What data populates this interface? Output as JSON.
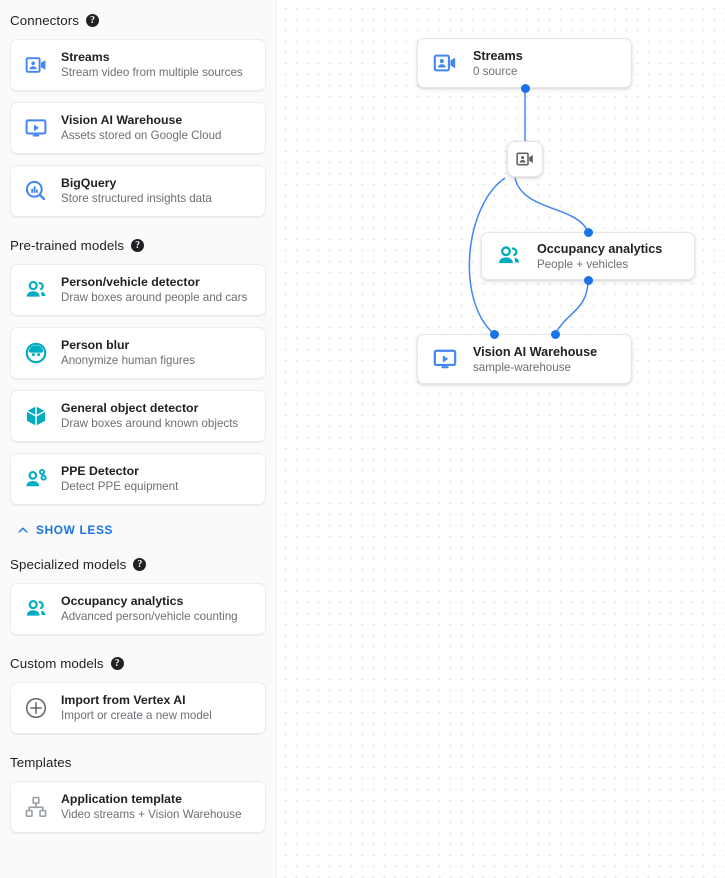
{
  "sidebar": {
    "sections": [
      {
        "id": "connectors",
        "title": "Connectors",
        "has_help": true,
        "items": [
          {
            "icon": "video-person-icon",
            "icon_color": "#4285f4",
            "title": "Streams",
            "subtitle": "Stream video from multiple sources"
          },
          {
            "icon": "monitor-play-icon",
            "icon_color": "#4285f4",
            "title": "Vision AI Warehouse",
            "subtitle": "Assets stored on Google Cloud"
          },
          {
            "icon": "bigquery-icon",
            "icon_color": "#4285f4",
            "title": "BigQuery",
            "subtitle": "Store structured insights data"
          }
        ]
      },
      {
        "id": "pretrained-models",
        "title": "Pre-trained models",
        "has_help": true,
        "items": [
          {
            "icon": "people-icon",
            "icon_color": "#00acc1",
            "title": "Person/vehicle detector",
            "subtitle": "Draw boxes around people and cars"
          },
          {
            "icon": "face-blur-icon",
            "icon_color": "#00acc1",
            "title": "Person blur",
            "subtitle": "Anonymize human figures"
          },
          {
            "icon": "cube-icon",
            "icon_color": "#00acc1",
            "title": "General object detector",
            "subtitle": "Draw boxes around known objects"
          },
          {
            "icon": "ppe-person-icon",
            "icon_color": "#00acc1",
            "title": "PPE Detector",
            "subtitle": "Detect PPE equipment"
          }
        ],
        "footer_link": {
          "label": "SHOW LESS",
          "icon": "chevron-up-icon",
          "color": "#1a73e8"
        }
      },
      {
        "id": "specialized-models",
        "title": "Specialized models",
        "has_help": true,
        "items": [
          {
            "icon": "people-icon",
            "icon_color": "#00acc1",
            "title": "Occupancy analytics",
            "subtitle": "Advanced person/vehicle counting"
          }
        ]
      },
      {
        "id": "custom-models",
        "title": "Custom models",
        "has_help": true,
        "items": [
          {
            "icon": "plus-circle-icon",
            "icon_color": "#5f6368",
            "title": "Import from Vertex AI",
            "subtitle": "Import or create a new model"
          }
        ]
      },
      {
        "id": "templates",
        "title": "Templates",
        "has_help": false,
        "items": [
          {
            "icon": "hierarchy-icon",
            "icon_color": "#9aa0a6",
            "title": "Application template",
            "subtitle": "Video streams + Vision Warehouse"
          }
        ]
      }
    ]
  },
  "graph": {
    "nodes": [
      {
        "id": "streams",
        "icon": "video-person-icon",
        "icon_color": "#4285f4",
        "title": "Streams",
        "subtitle": "0 source"
      },
      {
        "id": "occupancy",
        "icon": "people-icon",
        "icon_color": "#00acc1",
        "title": "Occupancy analytics",
        "subtitle": "People + vehicles"
      },
      {
        "id": "warehouse",
        "icon": "monitor-play-icon",
        "icon_color": "#4285f4",
        "title": "Vision AI Warehouse",
        "subtitle": "sample-warehouse"
      }
    ],
    "mini_node": {
      "id": "stream-relay",
      "icon": "video-person-icon",
      "icon_color": "#5f6368"
    },
    "edge_color": "#4285f4",
    "port_color": "#1a73e8"
  }
}
